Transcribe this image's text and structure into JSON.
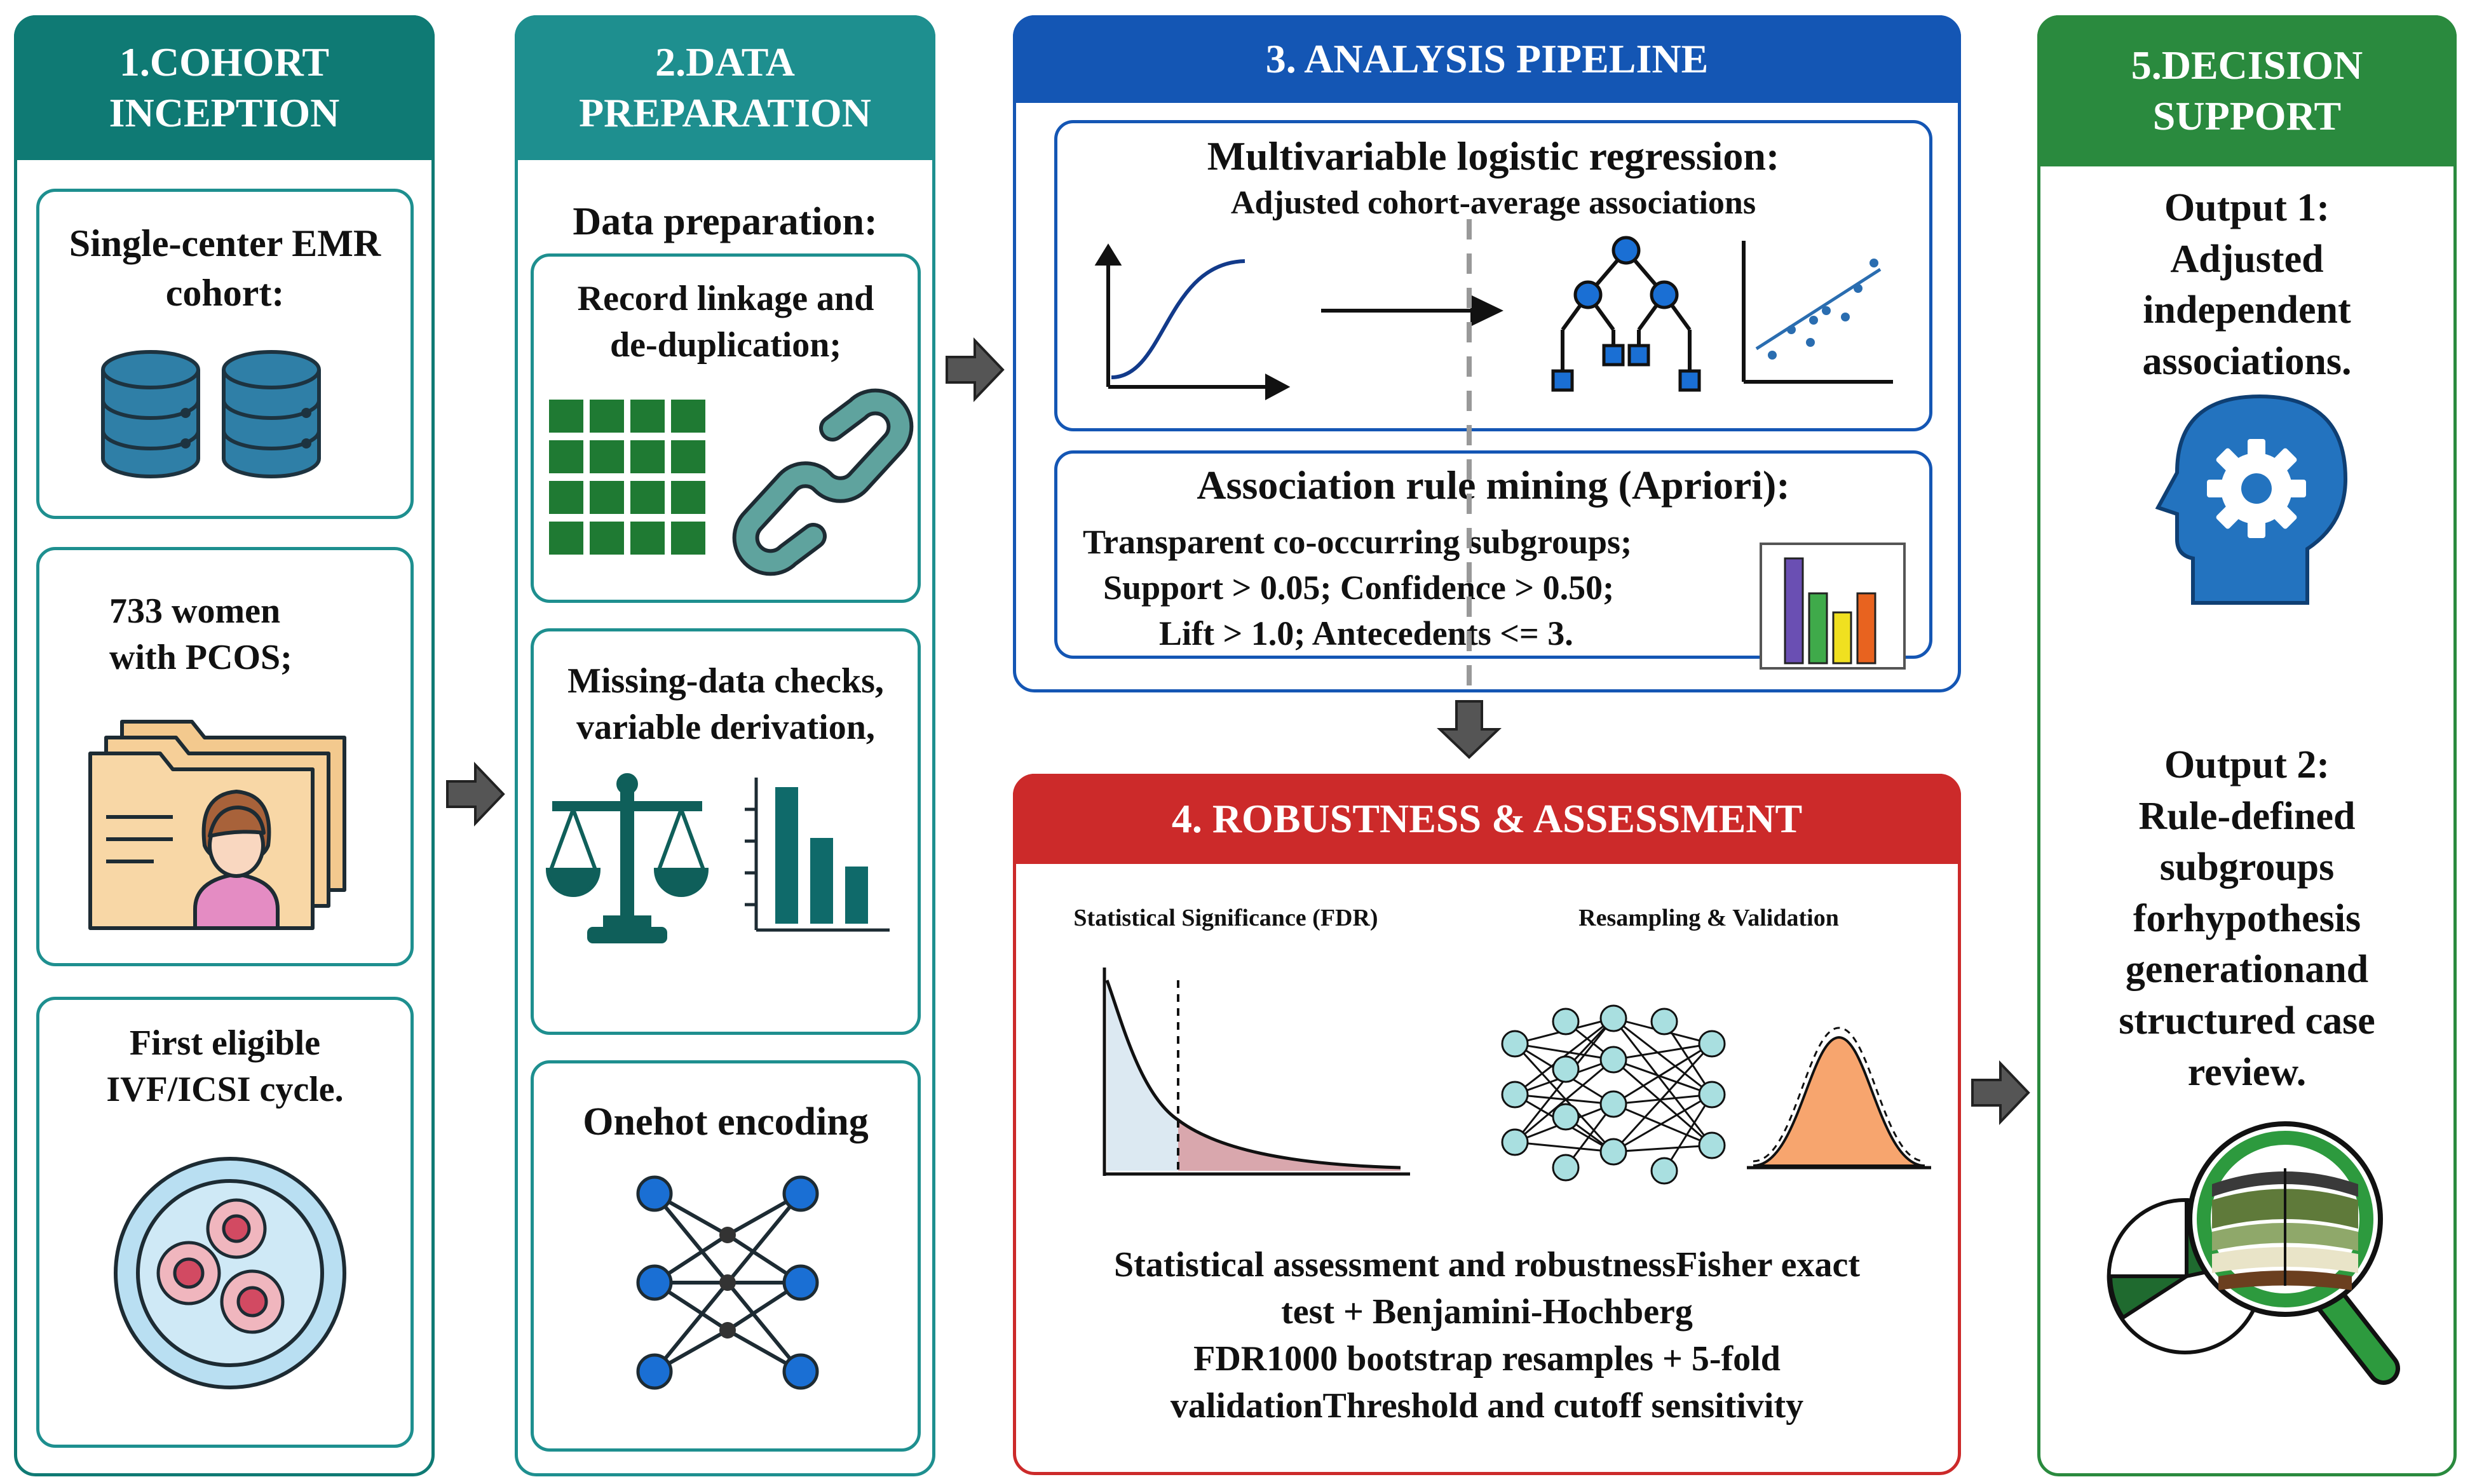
{
  "colors": {
    "teal_dark": "#0f7a74",
    "teal_mid": "#1e8f8f",
    "blue": "#1456b4",
    "red": "#cc2a2a",
    "green": "#2a8a3e",
    "db_blue": "#2f7fa7"
  },
  "col1": {
    "title": "1.COHORT\nINCEPTION",
    "card1_text": "Single-center EMR\ncohort:",
    "card1_icon": "database-icon",
    "card2_text": "733 women\nwith PCOS;",
    "card2_icon": "patient-folder-icon",
    "card3_text": "First eligible\nIVF/ICSI cycle.",
    "card3_icon": "petri-dish-icon"
  },
  "col2": {
    "title": "2.DATA\nPREPARATION",
    "subtitle": "Data preparation:",
    "card1_text": "Record linkage and\nde-duplication;",
    "card1_icons": [
      "grid-table-icon",
      "chain-link-icon"
    ],
    "card2_text": "Missing-data checks,\nvariable derivation,",
    "card2_icons": [
      "balance-scale-icon",
      "bar-chart-icon"
    ],
    "card3_text": "Onehot encoding",
    "card3_icon": "network-icon"
  },
  "col3": {
    "title": "3. ANALYSIS PIPELINE",
    "box1_title": "Multivariable logistic regression:",
    "box1_subtitle": "Adjusted cohort-average associations",
    "box1_icons": [
      "sigmoid-curve-icon",
      "right-arrow-icon",
      "decision-tree-icon",
      "scatter-plot-icon"
    ],
    "box2_title": "Association rule mining (Apriori):",
    "box2_lines": [
      "Transparent co-occurring subgroups;",
      "Support > 0.05; Confidence > 0.50;",
      "Lift > 1.0; Antecedents <= 3."
    ],
    "box2_icon": "color-bar-chart-icon"
  },
  "col4": {
    "title": "4. ROBUSTNESS & ASSESSMENT",
    "left_label": "Statistical Significance (FDR)",
    "right_label": "Resampling & Validation",
    "icons": [
      "fdr-distribution-icon",
      "neural-network-icon",
      "bell-curve-icon"
    ],
    "lines": [
      "Statistical assessment and robustnessFisher exact",
      "test + Benjamini-Hochberg",
      "FDR1000 bootstrap resamples + 5-fold",
      "validationThreshold and cutoff sensitivity"
    ]
  },
  "col5": {
    "title": "5.DECISION\nSUPPORT",
    "output1": "Output 1:\nAdjusted\nindependent\nassociations.",
    "output1_icon": "head-gear-icon",
    "output2": "Output 2:\nRule-defined\nsubgroups\nforhypothesis\ngenerationand\nstructured case\nreview.",
    "output2_icon": "magnifier-pie-icon"
  }
}
